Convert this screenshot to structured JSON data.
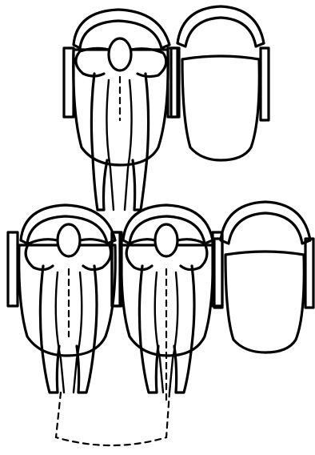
{
  "figure": {
    "chairs": [
      {
        "id": "top-left",
        "occupied": true
      },
      {
        "id": "top-right",
        "occupied": false
      },
      {
        "id": "bottom-left",
        "occupied": true
      },
      {
        "id": "bottom-middle",
        "occupied": true
      },
      {
        "id": "bottom-right",
        "occupied": false
      }
    ],
    "ink_color": "#000000",
    "background_color": "#ffffff"
  }
}
